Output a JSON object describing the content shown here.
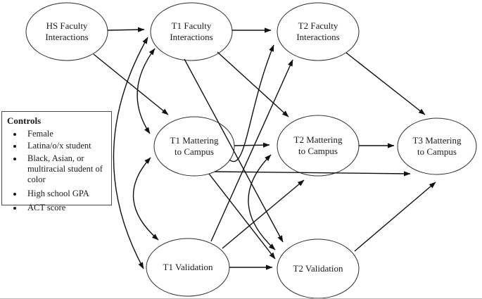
{
  "figure": {
    "background": "#ffffff",
    "line_color": "#111111",
    "ellipse_stroke_color": "#2e2e2e",
    "text_color": "#1a1a1a",
    "nodes": [
      {
        "id": "hs-faculty-interactions",
        "line1": "HS Faculty",
        "line2": "Interactions"
      },
      {
        "id": "t1-faculty-interactions",
        "line1": "T1 Faculty",
        "line2": "Interactions"
      },
      {
        "id": "t2-faculty-interactions",
        "line1": "T2 Faculty",
        "line2": "Interactions"
      },
      {
        "id": "t1-mattering-to-campus",
        "line1": "T1 Mattering",
        "line2": "to Campus"
      },
      {
        "id": "t2-mattering-to-campus",
        "line1": "T2 Mattering",
        "line2": "to Campus"
      },
      {
        "id": "t3-mattering-to-campus",
        "line1": "T3 Mattering",
        "line2": "to Campus"
      },
      {
        "id": "t1-validation",
        "line1": "T1 Validation",
        "line2": ""
      },
      {
        "id": "t2-validation",
        "line1": "T2 Validation",
        "line2": ""
      }
    ],
    "controls_box": {
      "title": "Controls",
      "items": [
        "Female",
        "Latina/o/x student",
        "Black, Asian, or multiracial student of color",
        "High school GPA",
        "ACT score"
      ]
    },
    "edges": [
      {
        "from": "hs-faculty-interactions",
        "to": "t1-faculty-interactions",
        "type": "directed"
      },
      {
        "from": "hs-faculty-interactions",
        "to": "t1-mattering-to-campus",
        "type": "directed"
      },
      {
        "from": "t1-faculty-interactions",
        "to": "t2-faculty-interactions",
        "type": "directed"
      },
      {
        "from": "t1-faculty-interactions",
        "to": "t2-mattering-to-campus",
        "type": "directed"
      },
      {
        "from": "t1-faculty-interactions",
        "to": "t2-validation",
        "type": "directed"
      },
      {
        "from": "t1-mattering-to-campus",
        "to": "t2-faculty-interactions",
        "type": "directed"
      },
      {
        "from": "t1-mattering-to-campus",
        "to": "t2-mattering-to-campus",
        "type": "directed"
      },
      {
        "from": "t1-mattering-to-campus",
        "to": "t3-mattering-to-campus",
        "type": "directed"
      },
      {
        "from": "t1-mattering-to-campus",
        "to": "t2-validation",
        "type": "directed"
      },
      {
        "from": "t1-validation",
        "to": "t2-faculty-interactions",
        "type": "directed"
      },
      {
        "from": "t1-validation",
        "to": "t2-mattering-to-campus",
        "type": "directed"
      },
      {
        "from": "t1-validation",
        "to": "t2-validation",
        "type": "directed"
      },
      {
        "from": "t2-faculty-interactions",
        "to": "t3-mattering-to-campus",
        "type": "directed"
      },
      {
        "from": "t2-mattering-to-campus",
        "to": "t3-mattering-to-campus",
        "type": "directed"
      },
      {
        "from": "t2-validation",
        "to": "t3-mattering-to-campus",
        "type": "directed"
      },
      {
        "from": "t1-faculty-interactions",
        "to": "t1-mattering-to-campus",
        "type": "bidirectional"
      },
      {
        "from": "t1-faculty-interactions",
        "to": "t1-validation",
        "type": "bidirectional"
      },
      {
        "from": "t1-mattering-to-campus",
        "to": "t1-validation",
        "type": "bidirectional"
      },
      {
        "from": "t2-mattering-to-campus",
        "to": "t2-validation",
        "type": "bidirectional"
      }
    ]
  }
}
